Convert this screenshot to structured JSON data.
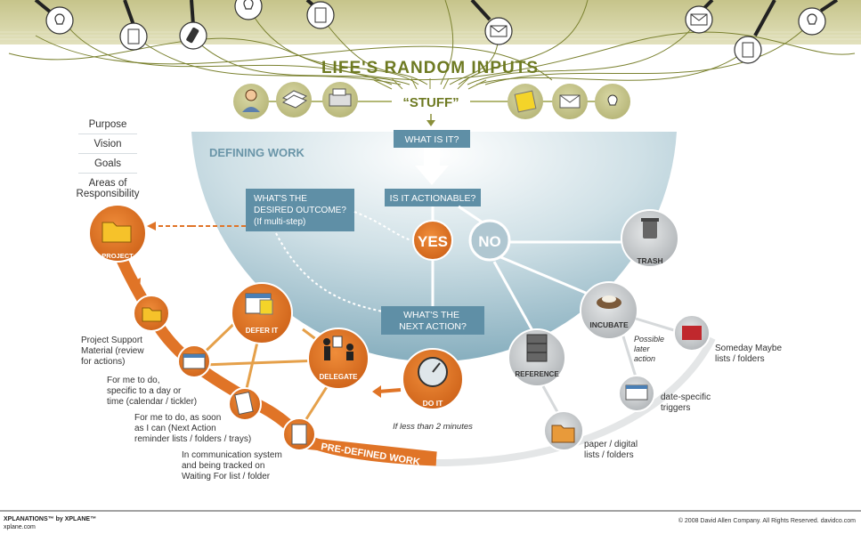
{
  "title": "LIFE'S RANDOM INPUTS",
  "stuff_label": "“STUFF”",
  "defining_work": "DEFINING WORK",
  "what_is_it": "WHAT IS IT?",
  "is_actionable": "IS IT ACTIONABLE?",
  "desired_outcome": [
    "WHAT'S THE",
    "DESIRED OUTCOME?",
    "(If multi-step)"
  ],
  "next_action": [
    "WHAT'S THE",
    "NEXT ACTION?"
  ],
  "yes": "YES",
  "no": "NO",
  "trash": "TRASH",
  "incubate": "INCUBATE",
  "reference": "REFERENCE",
  "do_it": "DO IT",
  "delegate": "DELEGATE",
  "defer_it": "DEFER IT",
  "project": "PROJECT",
  "predefined_work": "PRE-DEFINED WORK",
  "two_minutes": "If less than 2 minutes",
  "possible_later": [
    "Possible",
    "later",
    "action"
  ],
  "hierarchy": [
    "Purpose",
    "Vision",
    "Goals",
    "Areas of",
    "Responsibility"
  ],
  "labels": {
    "project_support": [
      "Project Support",
      "Material (review",
      "for actions)"
    ],
    "calendar": [
      "For me to do,",
      "specific to a day or",
      "time (calendar / tickler)"
    ],
    "next_actions": [
      "For me to do, as soon",
      "as I can (Next Action",
      "reminder lists / folders / trays)"
    ],
    "waiting_for": [
      "In communication system",
      "and being tracked on",
      "Waiting For list / folder"
    ],
    "someday": [
      "Someday Maybe",
      "lists / folders"
    ],
    "date_specific": [
      "date-specific",
      "triggers"
    ],
    "paper_digital": [
      "paper / digital",
      "lists / folders"
    ]
  },
  "footer_brand": "XPLANATIONS™ by XPLANE™",
  "footer_url": "xplane.com",
  "footer_copy": "© 2008 David Allen Company.  All Rights Reserved.   davidco.com",
  "colors": {
    "orange": "#e07427",
    "dark_orange": "#c95f14",
    "teal_box": "#5f8fa6",
    "blue_fill": "#8fb5c4",
    "olive": "#c7c68a",
    "title_green": "#6e7a22",
    "gray_circle": "#b9bcbe"
  }
}
